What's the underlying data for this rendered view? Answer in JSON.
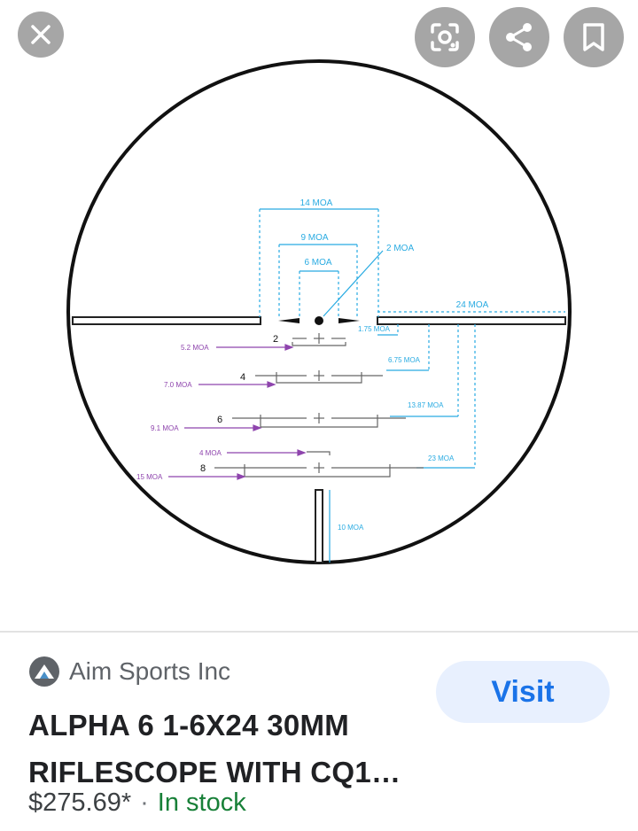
{
  "toolbar": {
    "close_icon": "close-icon",
    "lens_icon": "lens-icon",
    "share_icon": "share-icon",
    "bookmark_icon": "bookmark-icon"
  },
  "reticle": {
    "top_labels": [
      "14 MOA",
      "9 MOA",
      "6 MOA",
      "2 MOA",
      "24 MOA"
    ],
    "right_labels": [
      "1.75 MOA",
      "6.75 MOA",
      "13.87 MOA",
      "23 MOA",
      "10 MOA"
    ],
    "left_labels": [
      "5.2 MOA",
      "7.0 MOA",
      "9.1 MOA",
      "4 MOA",
      "15 MOA"
    ],
    "range_numbers": [
      "2",
      "4",
      "6",
      "8"
    ]
  },
  "product": {
    "source": "Aim Sports Inc",
    "visit_label": "Visit",
    "title_line1": "ALPHA 6 1-6X24 30MM",
    "title_line2": "RIFLESCOPE WITH CQ1…",
    "price": "$275.69*",
    "separator": "·",
    "stock": "In stock"
  },
  "colors": {
    "button_gray": "#a6a6a6",
    "cyan": "#29abe2",
    "purple": "#8e44ad",
    "link_blue": "#1a73e8",
    "stock_green": "#188038"
  }
}
